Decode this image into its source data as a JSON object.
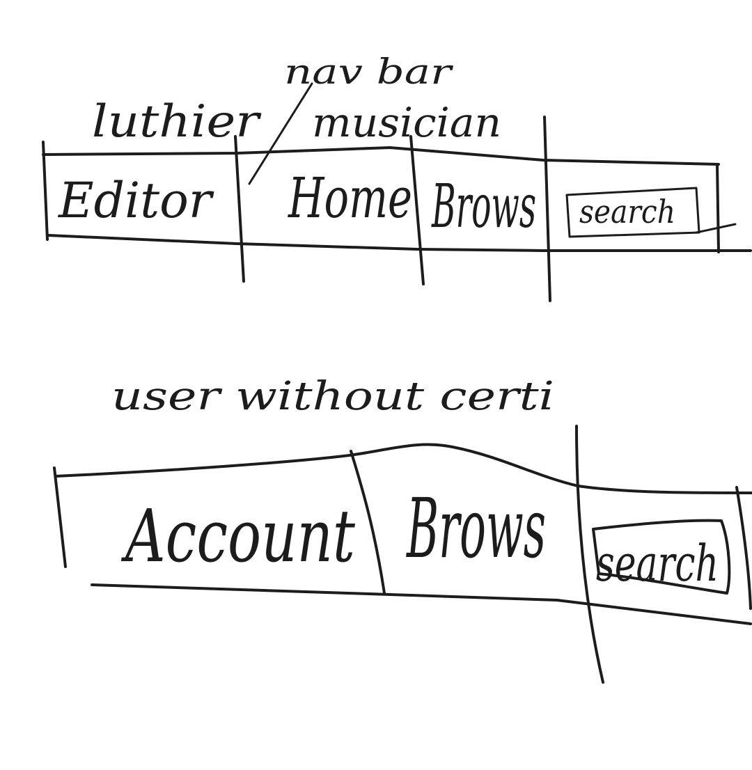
{
  "annotations": {
    "luthier": "luthier",
    "nav_bar": "nav bar",
    "musician": "musician",
    "user_without_certi": "user without certi"
  },
  "navbar_luthier": {
    "editor": "Editor",
    "home": "Home",
    "browse": "Brows",
    "search": "search"
  },
  "navbar_user": {
    "account": "Account",
    "browse": "Brows",
    "search": "search"
  },
  "colors": {
    "ink": "#1c1c1c",
    "paper": "#ffffff"
  }
}
